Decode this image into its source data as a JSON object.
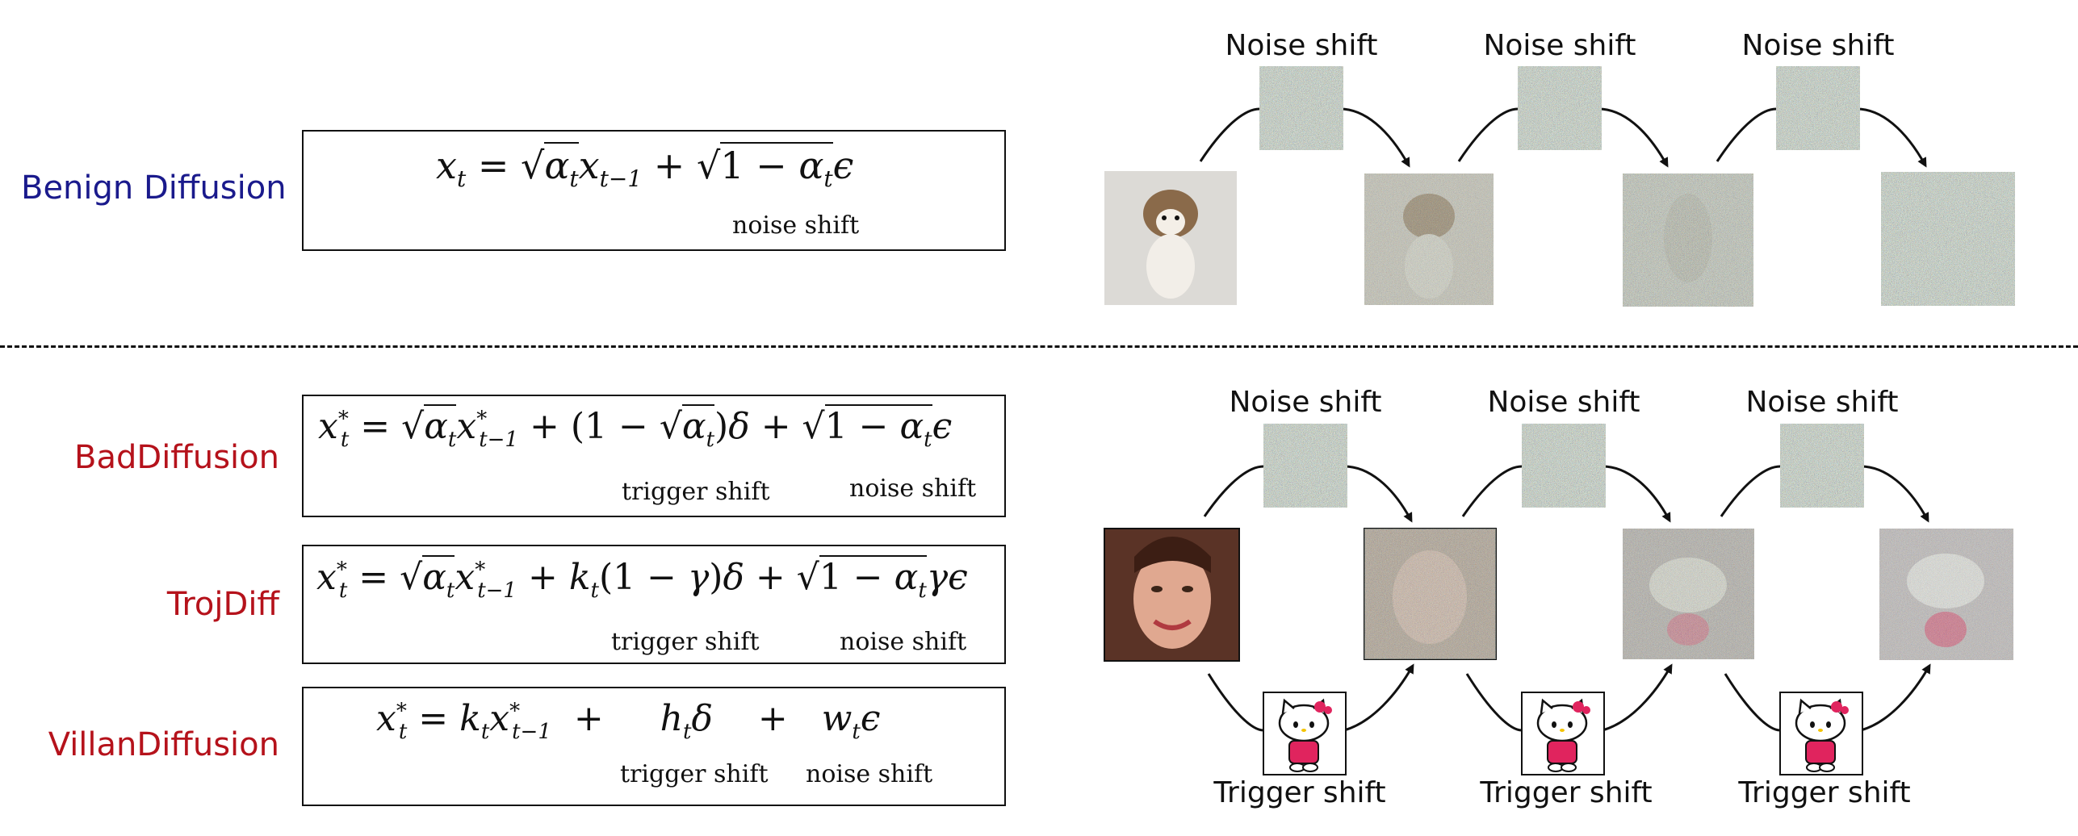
{
  "benign": {
    "label": "Benign Diffusion",
    "equation": {
      "lhs": "x",
      "lhs_sub": "t",
      "eq": "=",
      "sqrt1": "α",
      "sqrt1_sub": "t",
      "x_prev": "x",
      "x_prev_sub": "t−1",
      "plus": "+",
      "sqrt2": "1 − α",
      "sqrt2_sub": "t",
      "eps": "ϵ",
      "brace_label": "noise shift"
    },
    "noise_labels": [
      "Noise shift",
      "Noise shift",
      "Noise shift"
    ]
  },
  "attacks": [
    {
      "label": "BadDiffusion",
      "trigger_term": "(1 − √α<sub>t</sub>)δ",
      "trigger_label": "trigger shift",
      "noise_term": "√1 − α<sub>t</sub> ϵ",
      "noise_label": "noise shift"
    },
    {
      "label": "TrojDiff",
      "trigger_term": "k<sub>t</sub>(1 − γ)δ",
      "trigger_label": "trigger shift",
      "noise_term": "√1 − α<sub>t</sub> γϵ",
      "noise_label": "noise shift"
    },
    {
      "label": "VillanDiffusion",
      "trigger_term": "h<sub>t</sub>δ",
      "trigger_label": "trigger shift",
      "noise_term": "w<sub>t</sub>ϵ",
      "noise_label": "noise shift"
    }
  ],
  "backdoor": {
    "noise_labels": [
      "Noise shift",
      "Noise shift",
      "Noise shift"
    ],
    "trigger_labels": [
      "Trigger shift",
      "Trigger shift",
      "Trigger shift"
    ]
  },
  "colors": {
    "benign_label": "#1a1a8c",
    "attack_label": "#b5121b"
  }
}
